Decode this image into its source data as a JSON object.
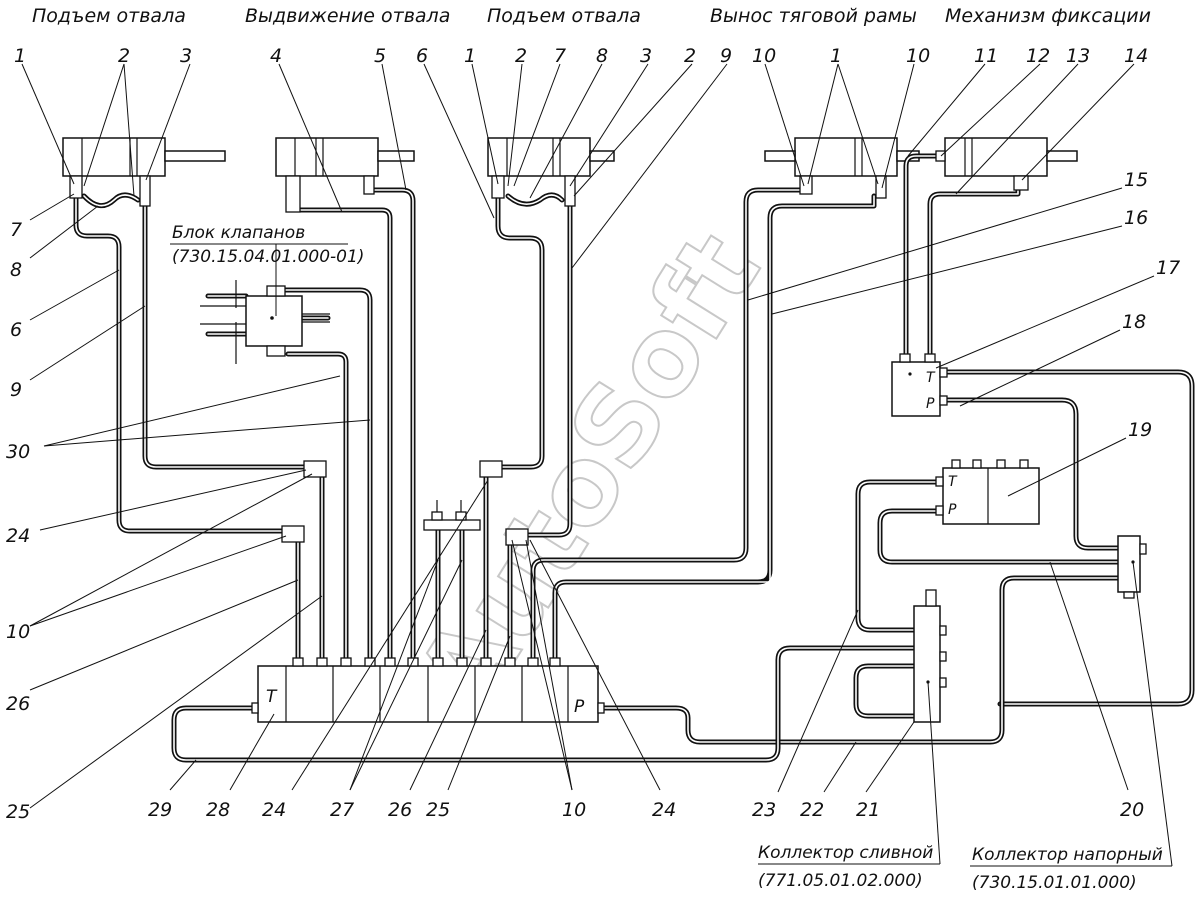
{
  "headers": {
    "cyl1": "Подъем отвала",
    "cyl2": "Выдвижение отвала",
    "cyl3": "Подъем отвала",
    "cyl4": "Вынос тяговой рамы",
    "cyl5": "Механизм фиксации"
  },
  "valve_block": {
    "name": "Блок клапанов",
    "code": "(730.15.04.01.000-01)"
  },
  "drain_collector": {
    "name": "Коллектор сливной",
    "code": "(771.05.01.02.000)"
  },
  "pressure_collector": {
    "name": "Коллектор напорный",
    "code": "(730.15.01.01.000)"
  },
  "port_labels": {
    "distributor_t": "T",
    "distributor_p": "P",
    "block17_t": "T",
    "block17_p": "P",
    "block19_t": "T",
    "block19_p": "P"
  },
  "watermark": "AutoSoft",
  "callouts": {
    "top": [
      "1",
      "2",
      "3",
      "4",
      "5",
      "6",
      "1",
      "2",
      "7",
      "8",
      "3",
      "2",
      "9",
      "10",
      "1",
      "10",
      "11",
      "12",
      "13",
      "14"
    ],
    "right": [
      "15",
      "16",
      "17",
      "18",
      "19"
    ],
    "left": [
      "7",
      "8",
      "6",
      "9",
      "30",
      "24",
      "10",
      "26",
      "25"
    ],
    "bottom": [
      "29",
      "28",
      "24",
      "27",
      "26",
      "25",
      "10",
      "24",
      "23",
      "22",
      "21",
      "20"
    ]
  }
}
